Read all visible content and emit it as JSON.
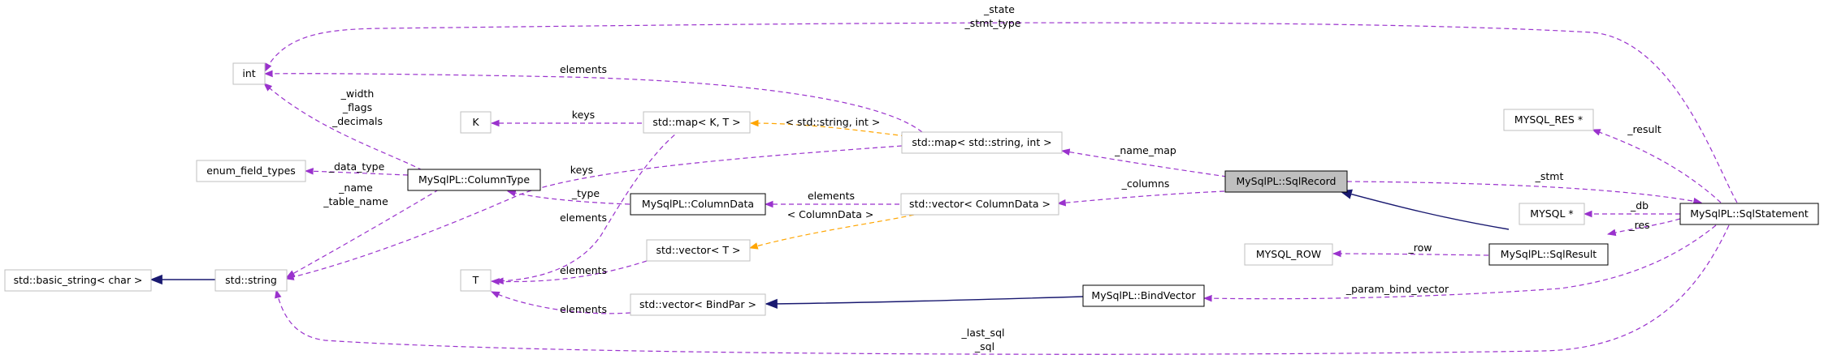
{
  "nodes": {
    "int": "int",
    "K": "K",
    "enum_field_types": "enum_field_types",
    "basic_string": "std::basic_string< char >",
    "string": "std::string",
    "T": "T",
    "column_type": "MySqlPL::ColumnType",
    "map_kt": "std::map< K, T >",
    "column_data": "MySqlPL::ColumnData",
    "vector_t": "std::vector< T >",
    "vector_bindpar": "std::vector< BindPar >",
    "map_string_int": "std::map< std::string, int >",
    "vector_columndata": "std::vector< ColumnData >",
    "bind_vector": "MySqlPL::BindVector",
    "sql_record": "MySqlPL::SqlRecord",
    "mysql_res": "MYSQL_RES *",
    "mysql": "MYSQL *",
    "mysql_row": "MYSQL_ROW",
    "sql_result": "MySqlPL::SqlResult",
    "sql_statement": "MySqlPL::SqlStatement"
  },
  "labels": {
    "state": "_state",
    "stmt_type": "_stmt_type",
    "elements_int": "elements",
    "width": "_width",
    "flags": "_flags",
    "decimals": "_decimals",
    "keys_k": "keys",
    "string_int": "< std::string, int >",
    "result": "_result",
    "name_map": "_name_map",
    "data_type": "_data_type",
    "keys_string": "keys",
    "type": "_type",
    "elements_cd": "elements",
    "columns": "_columns",
    "stmt": "_stmt",
    "name": "_name",
    "table_name": "_table_name",
    "elements_t_map": "elements",
    "columndata_param": "< ColumnData >",
    "db": "_db",
    "res": "_res",
    "row": "_row",
    "elements_t_vec": "elements",
    "elements_bindpar": "elements",
    "param_bind_vector": "_param_bind_vector",
    "last_sql": "_last_sql",
    "sql": "_sql"
  },
  "colors": {
    "member_edge": "#9a32cd",
    "template_edge": "#ffa500",
    "inheritance_edge": "#191970",
    "focus_fill": "#bfbfbf"
  }
}
